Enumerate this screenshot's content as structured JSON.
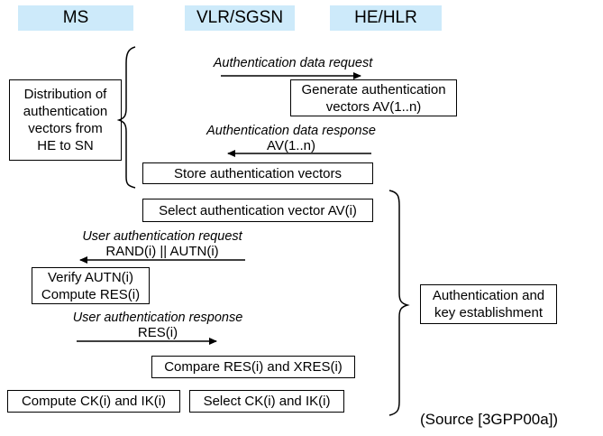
{
  "diagram": {
    "title_note": "(Source [3GPP00a])",
    "lanes": [
      {
        "id": "ms",
        "label": "MS"
      },
      {
        "id": "vlr",
        "label": "VLR/SGSN"
      },
      {
        "id": "he",
        "label": "HE/HLR"
      }
    ],
    "phases": [
      {
        "id": "distribution",
        "lines": [
          "Distribution of",
          "authentication",
          "vectors from",
          "HE to SN"
        ]
      },
      {
        "id": "auth-key",
        "lines": [
          "Authentication and",
          "key establishment"
        ]
      }
    ],
    "boxes": [
      {
        "id": "generate-av",
        "lines": [
          "Generate authentication",
          "vectors AV(1..n)"
        ]
      },
      {
        "id": "store-av",
        "lines": [
          "Store authentication vectors"
        ]
      },
      {
        "id": "select-av",
        "lines": [
          "Select authentication vector AV(i)"
        ]
      },
      {
        "id": "verify-autn",
        "lines": [
          "Verify AUTN(i)",
          "Compute RES(i)"
        ]
      },
      {
        "id": "compare-res",
        "lines": [
          "Compare RES(i) and XRES(i)"
        ]
      },
      {
        "id": "compute-ck-ik",
        "lines": [
          "Compute CK(i) and IK(i)"
        ]
      },
      {
        "id": "select-ck-ik",
        "lines": [
          "Select CK(i) and IK(i)"
        ]
      }
    ],
    "messages": [
      {
        "id": "auth-data-request",
        "label": "Authentication data request",
        "sub": "",
        "direction": "right"
      },
      {
        "id": "auth-data-response",
        "label": "Authentication data response",
        "sub": "AV(1..n)",
        "direction": "left"
      },
      {
        "id": "user-auth-request",
        "label": "User authentication request",
        "sub": "RAND(i) || AUTN(i)",
        "direction": "left"
      },
      {
        "id": "user-auth-response",
        "label": "User authentication response",
        "sub": "RES(i)",
        "direction": "right"
      }
    ],
    "colors": {
      "lane_header_bg": "#cdeafa",
      "line": "#000000",
      "background": "#ffffff"
    }
  }
}
